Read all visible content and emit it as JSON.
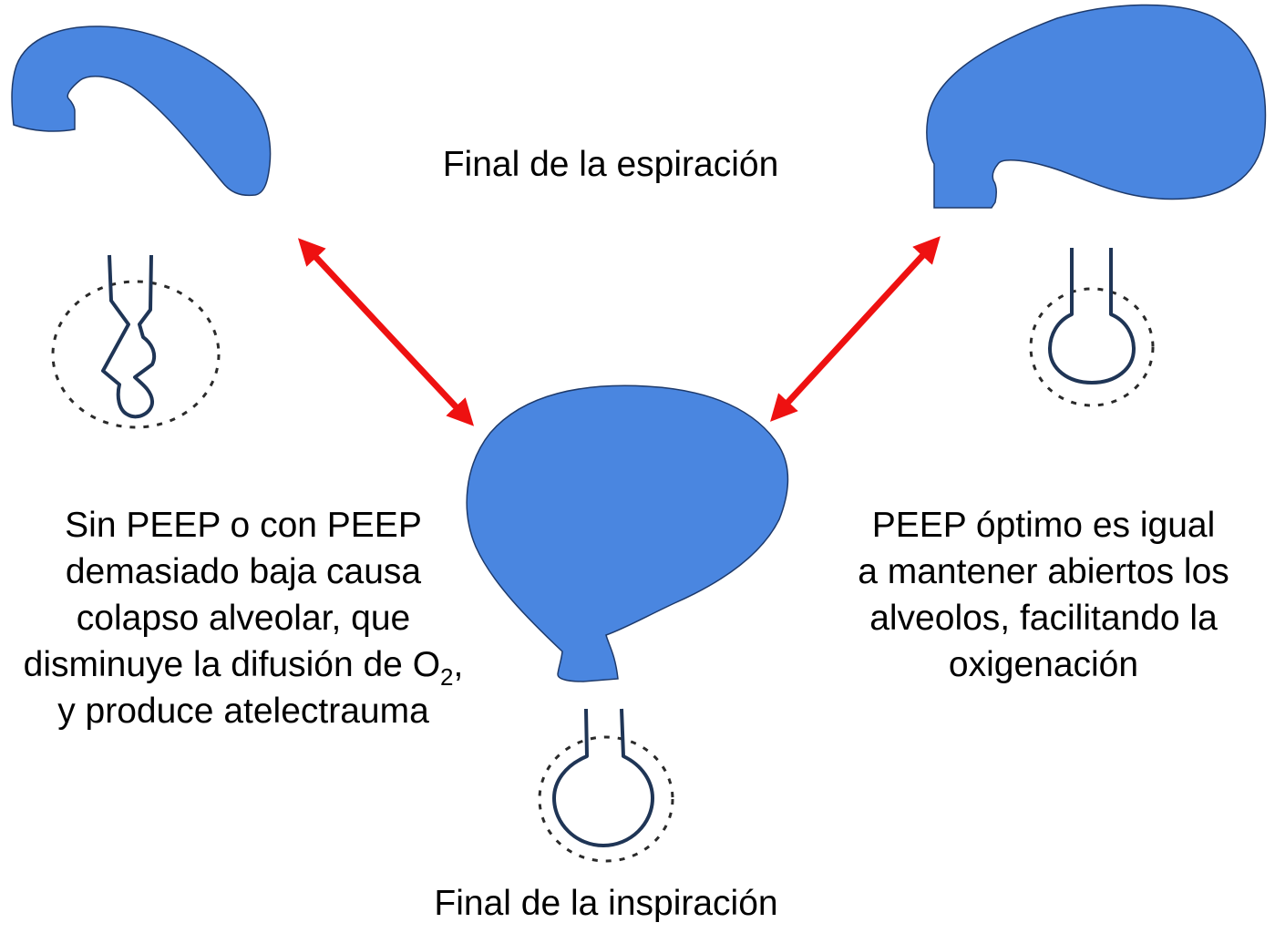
{
  "titles": {
    "expiration": "Final de la espiración",
    "inspiration": "Final de la inspiración"
  },
  "left_panel": {
    "lines": [
      "Sin PEEP o con PEEP",
      "demasiado baja causa",
      "colapso alveolar, que",
      "disminuye la difusión de O"
    ],
    "o2_subscript": "2",
    "o2_trailing": ",",
    "last_line": "y produce atelectrauma",
    "state": "collapsed alveolus"
  },
  "right_panel": {
    "lines": [
      "PEEP óptimo es igual",
      "a mantener abiertos los",
      "alveolos, facilitando la",
      "oxigenación"
    ],
    "state": "open alveolus"
  },
  "center": {
    "state": "inflated alveolus"
  },
  "colors": {
    "alveolus_fill": "#4a86e0",
    "alveolus_stroke": "#1e3a6b",
    "airway_stroke": "#1f3556",
    "arrow": "#ee1111",
    "dashed_outline": "#2a2a2a"
  }
}
